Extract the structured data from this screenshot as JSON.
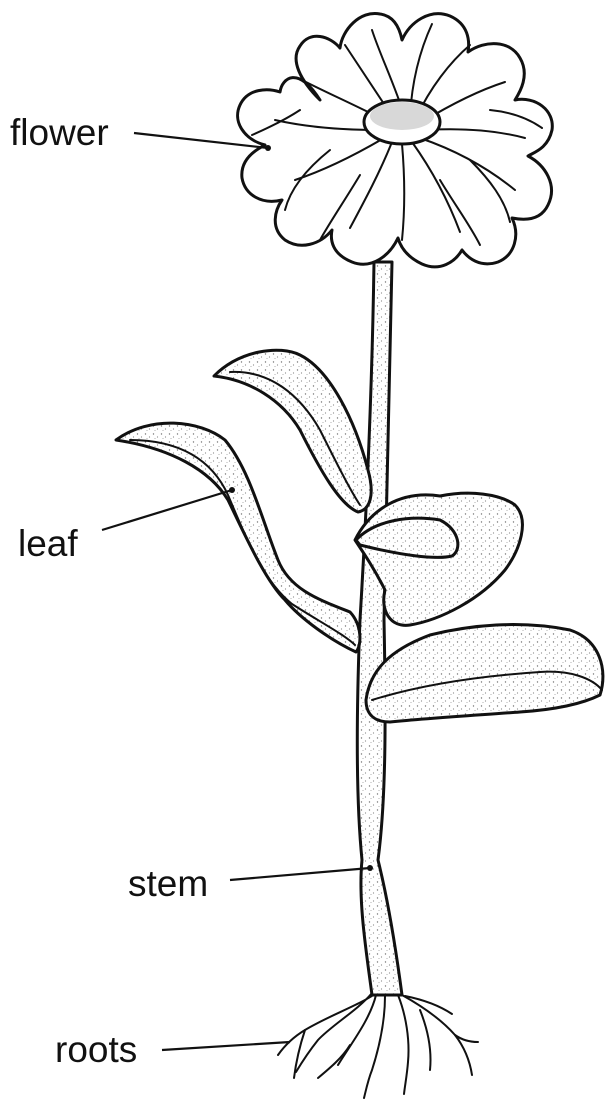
{
  "labels": {
    "flower": "flower",
    "leaf": "leaf",
    "stem": "stem",
    "roots": "roots"
  },
  "colors": {
    "ink": "#111111",
    "background": "#ffffff"
  }
}
